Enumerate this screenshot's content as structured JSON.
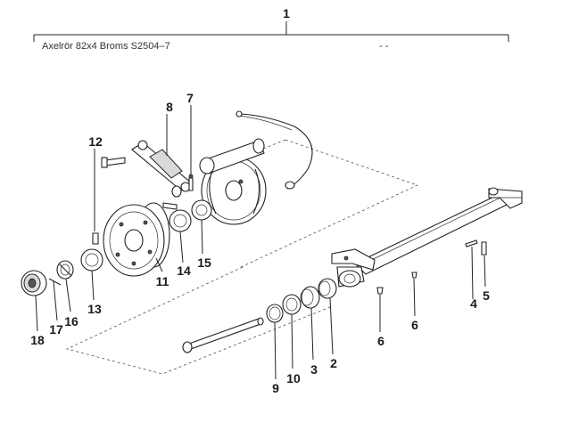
{
  "diagram": {
    "title": "Axelrör 82x4  Broms S2504–7",
    "dashes": "- -",
    "callouts": {
      "c1": "1",
      "c2": "2",
      "c3": "3",
      "c4": "4",
      "c5": "5",
      "c6a": "6",
      "c6b": "6",
      "c7": "7",
      "c8": "8",
      "c9": "9",
      "c10": "10",
      "c11": "11",
      "c12": "12",
      "c13": "13",
      "c14": "14",
      "c15": "15",
      "c16": "16",
      "c17": "17",
      "c18": "18"
    }
  }
}
